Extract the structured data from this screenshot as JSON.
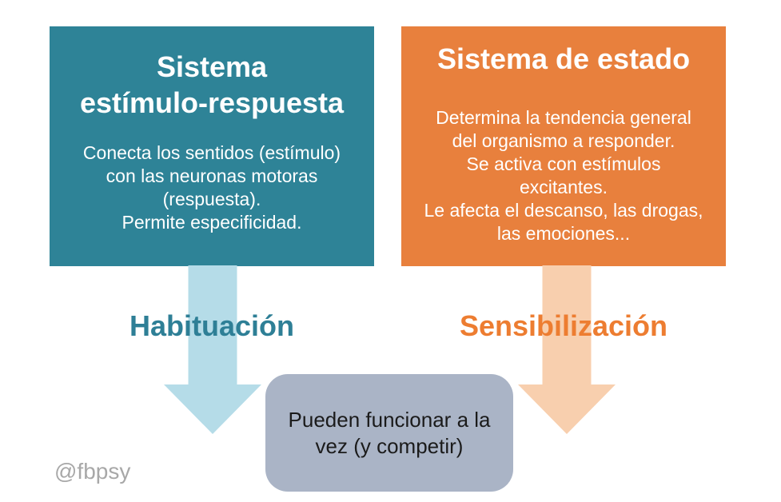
{
  "colors": {
    "page_bg": "#ffffff",
    "teal_box": "#2e8397",
    "teal_arrow": "#b5dce8",
    "teal_label": "#2e7f96",
    "orange_box": "#e8803d",
    "orange_arrow": "#f8cfae",
    "orange_label": "#ed7d31",
    "panel_text": "#ffffff",
    "gray_box": "#aab4c6",
    "gray_text": "#1b1b1b",
    "watermark_color": "#a8a8a8"
  },
  "left_system": {
    "title": "Sistema\nestímulo-respuesta",
    "description": "Conecta los sentidos (estímulo)\ncon las neuronas motoras\n(respuesta).\nPermite especificidad.",
    "arrow_label": "Habituación"
  },
  "right_system": {
    "title": "Sistema de estado",
    "description": "Determina la tendencia general\ndel organismo a responder.\nSe activa con estímulos\nexcitantes.\nLe afecta el descanso, las drogas,\nlas emociones...",
    "arrow_label": "Sensibilización"
  },
  "conclusion": {
    "text": "Pueden funcionar a la\nvez (y competir)"
  },
  "watermark": "@fbpsy"
}
